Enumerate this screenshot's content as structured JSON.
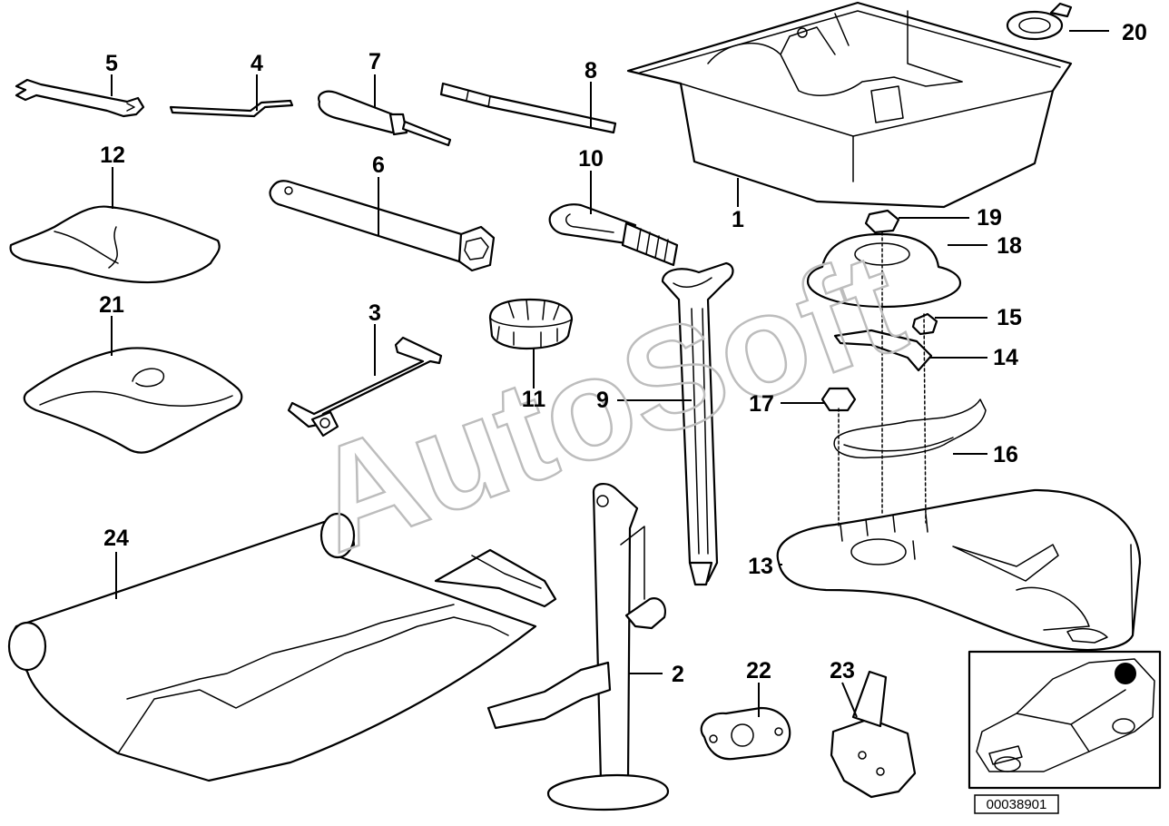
{
  "watermark": "AutoSoft",
  "drawing_id": "00038901",
  "callouts": {
    "n1": "1",
    "n2": "2",
    "n3": "3",
    "n4": "4",
    "n5": "5",
    "n6": "6",
    "n7": "7",
    "n8": "8",
    "n9": "9",
    "n10": "10",
    "n11": "11",
    "n12": "12",
    "n13": "13",
    "n14": "14",
    "n15": "15",
    "n16": "16",
    "n17": "17",
    "n18": "18",
    "n19": "19",
    "n20": "20",
    "n21": "21",
    "n22": "22",
    "n23": "23",
    "n24": "24"
  }
}
